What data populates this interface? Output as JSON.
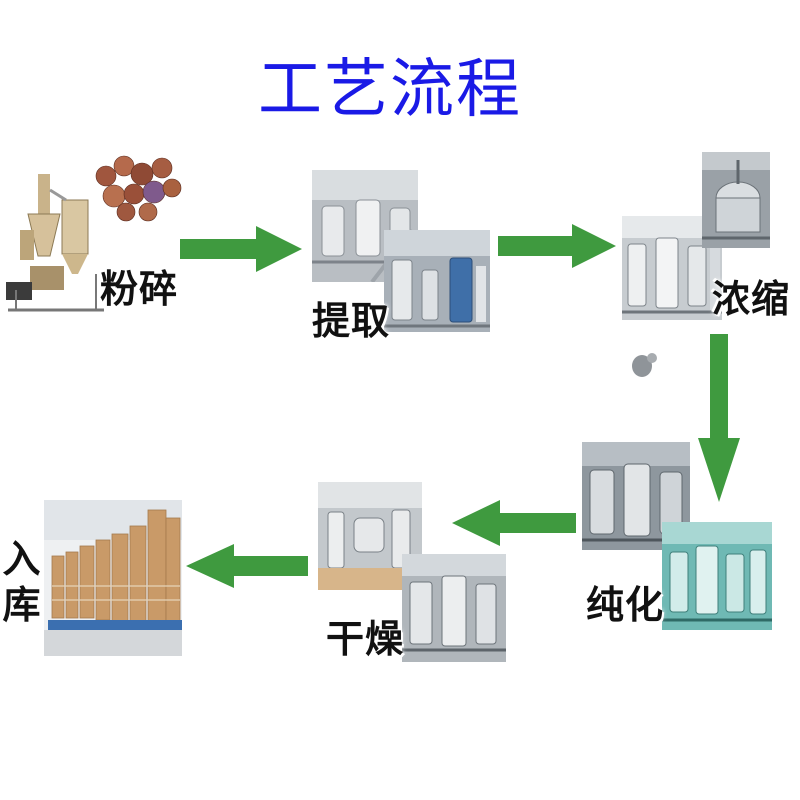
{
  "title": "工艺流程",
  "colors": {
    "title": "#1a1ae6",
    "arrow": "#3f9a3f",
    "label": "#111111"
  },
  "stages": [
    {
      "id": "crush",
      "label": "粉碎"
    },
    {
      "id": "extract",
      "label": "提取"
    },
    {
      "id": "concentrate",
      "label": "浓缩"
    },
    {
      "id": "purify",
      "label": "纯化"
    },
    {
      "id": "dry",
      "label": "干燥"
    },
    {
      "id": "store",
      "label": "入库"
    }
  ]
}
